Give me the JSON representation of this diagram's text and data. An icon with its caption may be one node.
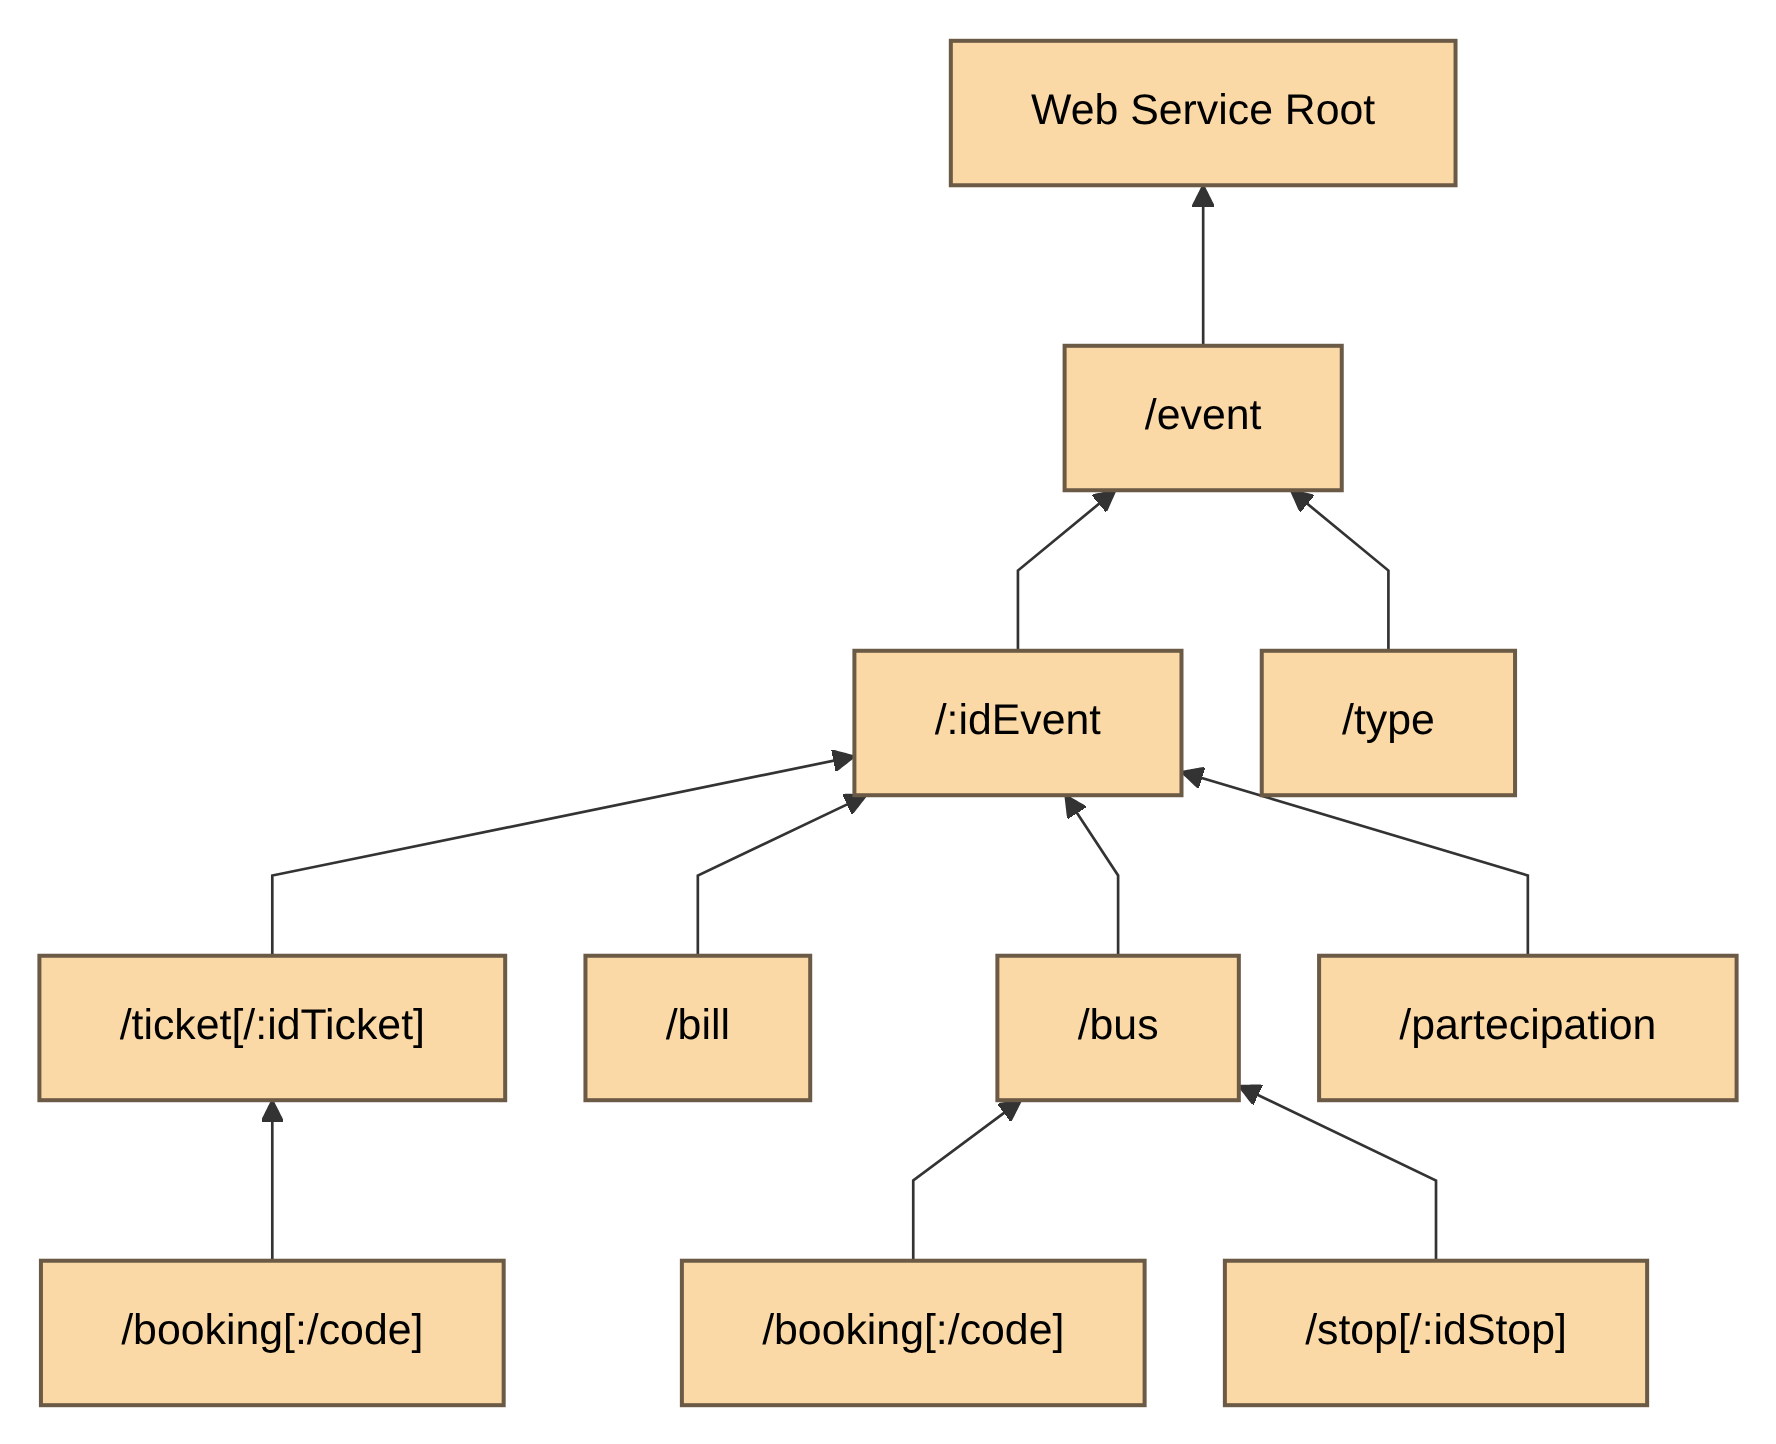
{
  "diagram": {
    "nodes": [
      {
        "text": [
          "Web Service Root"
        ]
      },
      {
        "text": [
          "/event"
        ]
      },
      {
        "text": [
          "/:idEvent"
        ]
      },
      {
        "text": [
          "/type"
        ]
      },
      {
        "text": [
          "/ticket[/:idTicket]"
        ]
      },
      {
        "text": [
          "/bill"
        ]
      },
      {
        "text": [
          "/bus"
        ]
      },
      {
        "text": [
          "/partecipation"
        ]
      },
      {
        "text": [
          "/booking[:/code]"
        ]
      },
      {
        "text": [
          "/booking[:/code]"
        ]
      },
      {
        "text": [
          "/stop[/:idStop]"
        ]
      }
    ],
    "edges": [
      {
        "from": 1,
        "to": 0,
        "arrow": "to"
      },
      {
        "from": 2,
        "to": 1,
        "arrow": "to"
      },
      {
        "from": 3,
        "to": 1,
        "arrow": "to"
      },
      {
        "from": 4,
        "to": 2,
        "arrow": "to"
      },
      {
        "from": 5,
        "to": 2,
        "arrow": "to"
      },
      {
        "from": 6,
        "to": 2,
        "arrow": "to"
      },
      {
        "from": 7,
        "to": 2,
        "arrow": "to"
      },
      {
        "from": 8,
        "to": 4,
        "arrow": "to"
      },
      {
        "from": 9,
        "to": 6,
        "arrow": "to"
      },
      {
        "from": 10,
        "to": 6,
        "arrow": "to"
      }
    ]
  }
}
